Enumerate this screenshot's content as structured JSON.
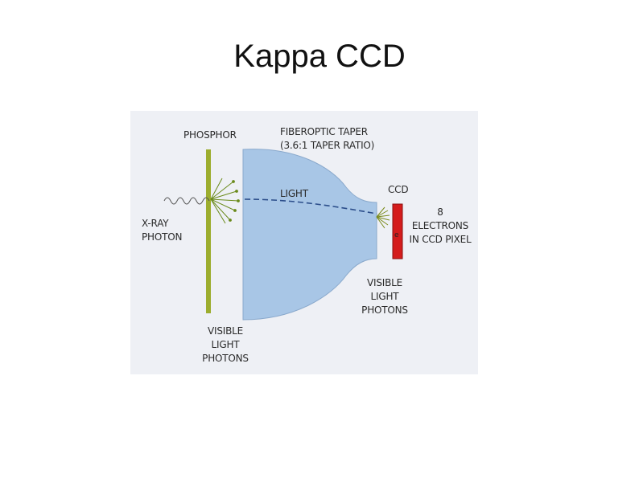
{
  "title": "Kappa CCD",
  "diagram": {
    "labels": {
      "phosphor": "PHOSPHOR",
      "taper": "FIBEROPTIC TAPER\n(3.6:1 TAPER RATIO)",
      "xray": "X-RAY\nPHOTON",
      "light": "LIGHT",
      "ccd": "CCD",
      "electrons": "8\nELECTRONS\nIN CCD PIXEL",
      "visible_left": "VISIBLE\nLIGHT\nPHOTONS",
      "visible_right": "VISIBLE\nLIGHT\nPHOTONS",
      "pixel_symbol": "e"
    },
    "colors": {
      "background": "#eef0f5",
      "taper": "#a8c6e6",
      "phosphor": "#9cad2e",
      "ccd": "#d41c1c",
      "wave": "#555555"
    }
  }
}
